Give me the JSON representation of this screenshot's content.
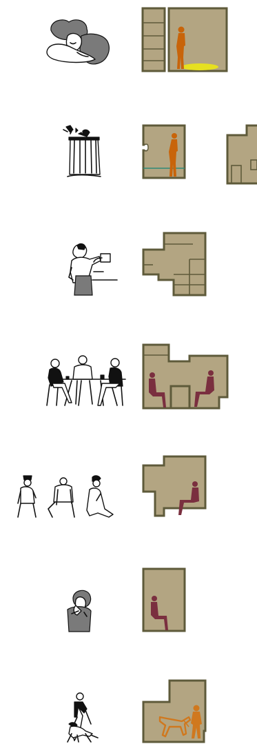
{
  "colors": {
    "room_fill": "#b3a582",
    "room_wall": "#5e5a3a",
    "figure_standing": "#c8640a",
    "figure_seated": "#7a2f3f",
    "figure_walk": "#d0781e",
    "floor_glow": "#e6e020",
    "teal_line": "#2e8a78",
    "sketch_ink": "#111111"
  },
  "rows": [
    {
      "sketch": "sleeping-child",
      "plan": "tall-room-with-shelf-and-standing-figure"
    },
    {
      "sketch": "trash-can",
      "plan": "room-with-standing-figure-and-partial-room"
    },
    {
      "sketch": "person-pouring-coffee",
      "plan": "empty-stepped-room"
    },
    {
      "sketch": "three-people-at-table",
      "plan": "two-rooms-with-seated-figures"
    },
    {
      "sketch": "three-seated-people",
      "plan": "notched-room-with-seated-figure"
    },
    {
      "sketch": "person-on-phone",
      "plan": "small-room-with-seated-figure"
    },
    {
      "sketch": "person-walking-dog",
      "plan": "notched-room-with-walking-figure-and-dog"
    }
  ]
}
